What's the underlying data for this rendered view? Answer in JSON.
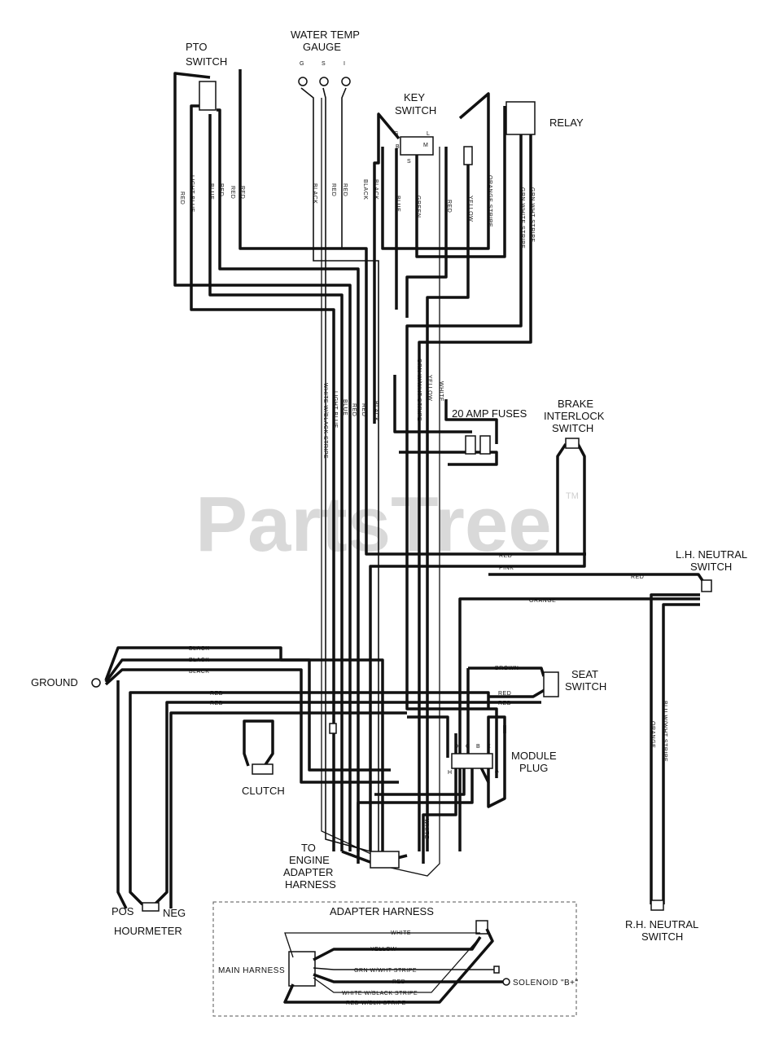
{
  "watermark": {
    "text": "PartsTree",
    "tm": "TM"
  },
  "components": {
    "pto_switch": [
      "PTO",
      "SWITCH"
    ],
    "water_temp_gauge": [
      "WATER TEMP",
      "GAUGE"
    ],
    "gauge_pins": [
      "G",
      "S",
      "I"
    ],
    "key_switch": [
      "KEY",
      "SWITCH"
    ],
    "key_pins": [
      "G",
      "L",
      "M",
      "B",
      "S"
    ],
    "relay": "RELAY",
    "fuses": "20 AMP FUSES",
    "brake_interlock_switch": [
      "BRAKE",
      "INTERLOCK",
      "SWITCH"
    ],
    "lh_neutral_switch": [
      "L.H. NEUTRAL",
      "SWITCH"
    ],
    "ground": "GROUND",
    "seat_switch": [
      "SEAT",
      "SWITCH"
    ],
    "module_plug": [
      "MODULE",
      "PLUG"
    ],
    "module_pins": [
      "H",
      "D",
      "C",
      "B",
      "E",
      "A"
    ],
    "clutch": "CLUTCH",
    "to_engine": [
      "TO",
      "ENGINE",
      "ADAPTER",
      "HARNESS"
    ],
    "hourmeter_pos": "POS",
    "hourmeter_neg": "NEG",
    "hourmeter": "HOURMETER",
    "rh_neutral_switch": [
      "R.H. NEUTRAL",
      "SWITCH"
    ]
  },
  "wire_labels": {
    "pto": [
      "RED",
      "LIGHT BLUE",
      "BLUE",
      "RED",
      "RED",
      "RED"
    ],
    "gauge": [
      "BLACK",
      "RED",
      "RED"
    ],
    "key": [
      "BLACK",
      "BLACK",
      "BLUE",
      "GREEN",
      "RED",
      "YELLOW",
      "ORANGE STRIPE"
    ],
    "relay": [
      "GRN WHITE STRIPE",
      "GRN WHT STRIPE"
    ],
    "trunk": [
      "WHITE W/BLACK STRIPE",
      "LIGHT BLUE",
      "BLUE",
      "RED",
      "RED",
      "BLACK",
      "GRN W/WHT STRIPE",
      "YELLOW",
      "WHITE"
    ],
    "red_brake": "RED",
    "pink": "PINK",
    "red_lh": "RED",
    "orange": "ORANGE",
    "black1": "BLACK",
    "black2": "BLACK",
    "black3": "BLACK",
    "red1": "RED",
    "red2": "RED",
    "brown": "BROWN",
    "red_seat1": "RED",
    "red_seat2": "RED",
    "white_module": "WHITE",
    "rh_orange": "ORANGE",
    "rh_blue": "BLU W/WHT STRIPE"
  },
  "adapter_harness": {
    "title": "ADAPTER HARNESS",
    "main_harness": "MAIN HARNESS",
    "solenoid": "SOLENOID \"B+\"",
    "wires": [
      "WHITE",
      "YELLOW",
      "GRN W/WHT STRIPE",
      "RED",
      "WHITE W/BLACK STRIPE",
      "RED W/BLK STRIPE"
    ]
  }
}
